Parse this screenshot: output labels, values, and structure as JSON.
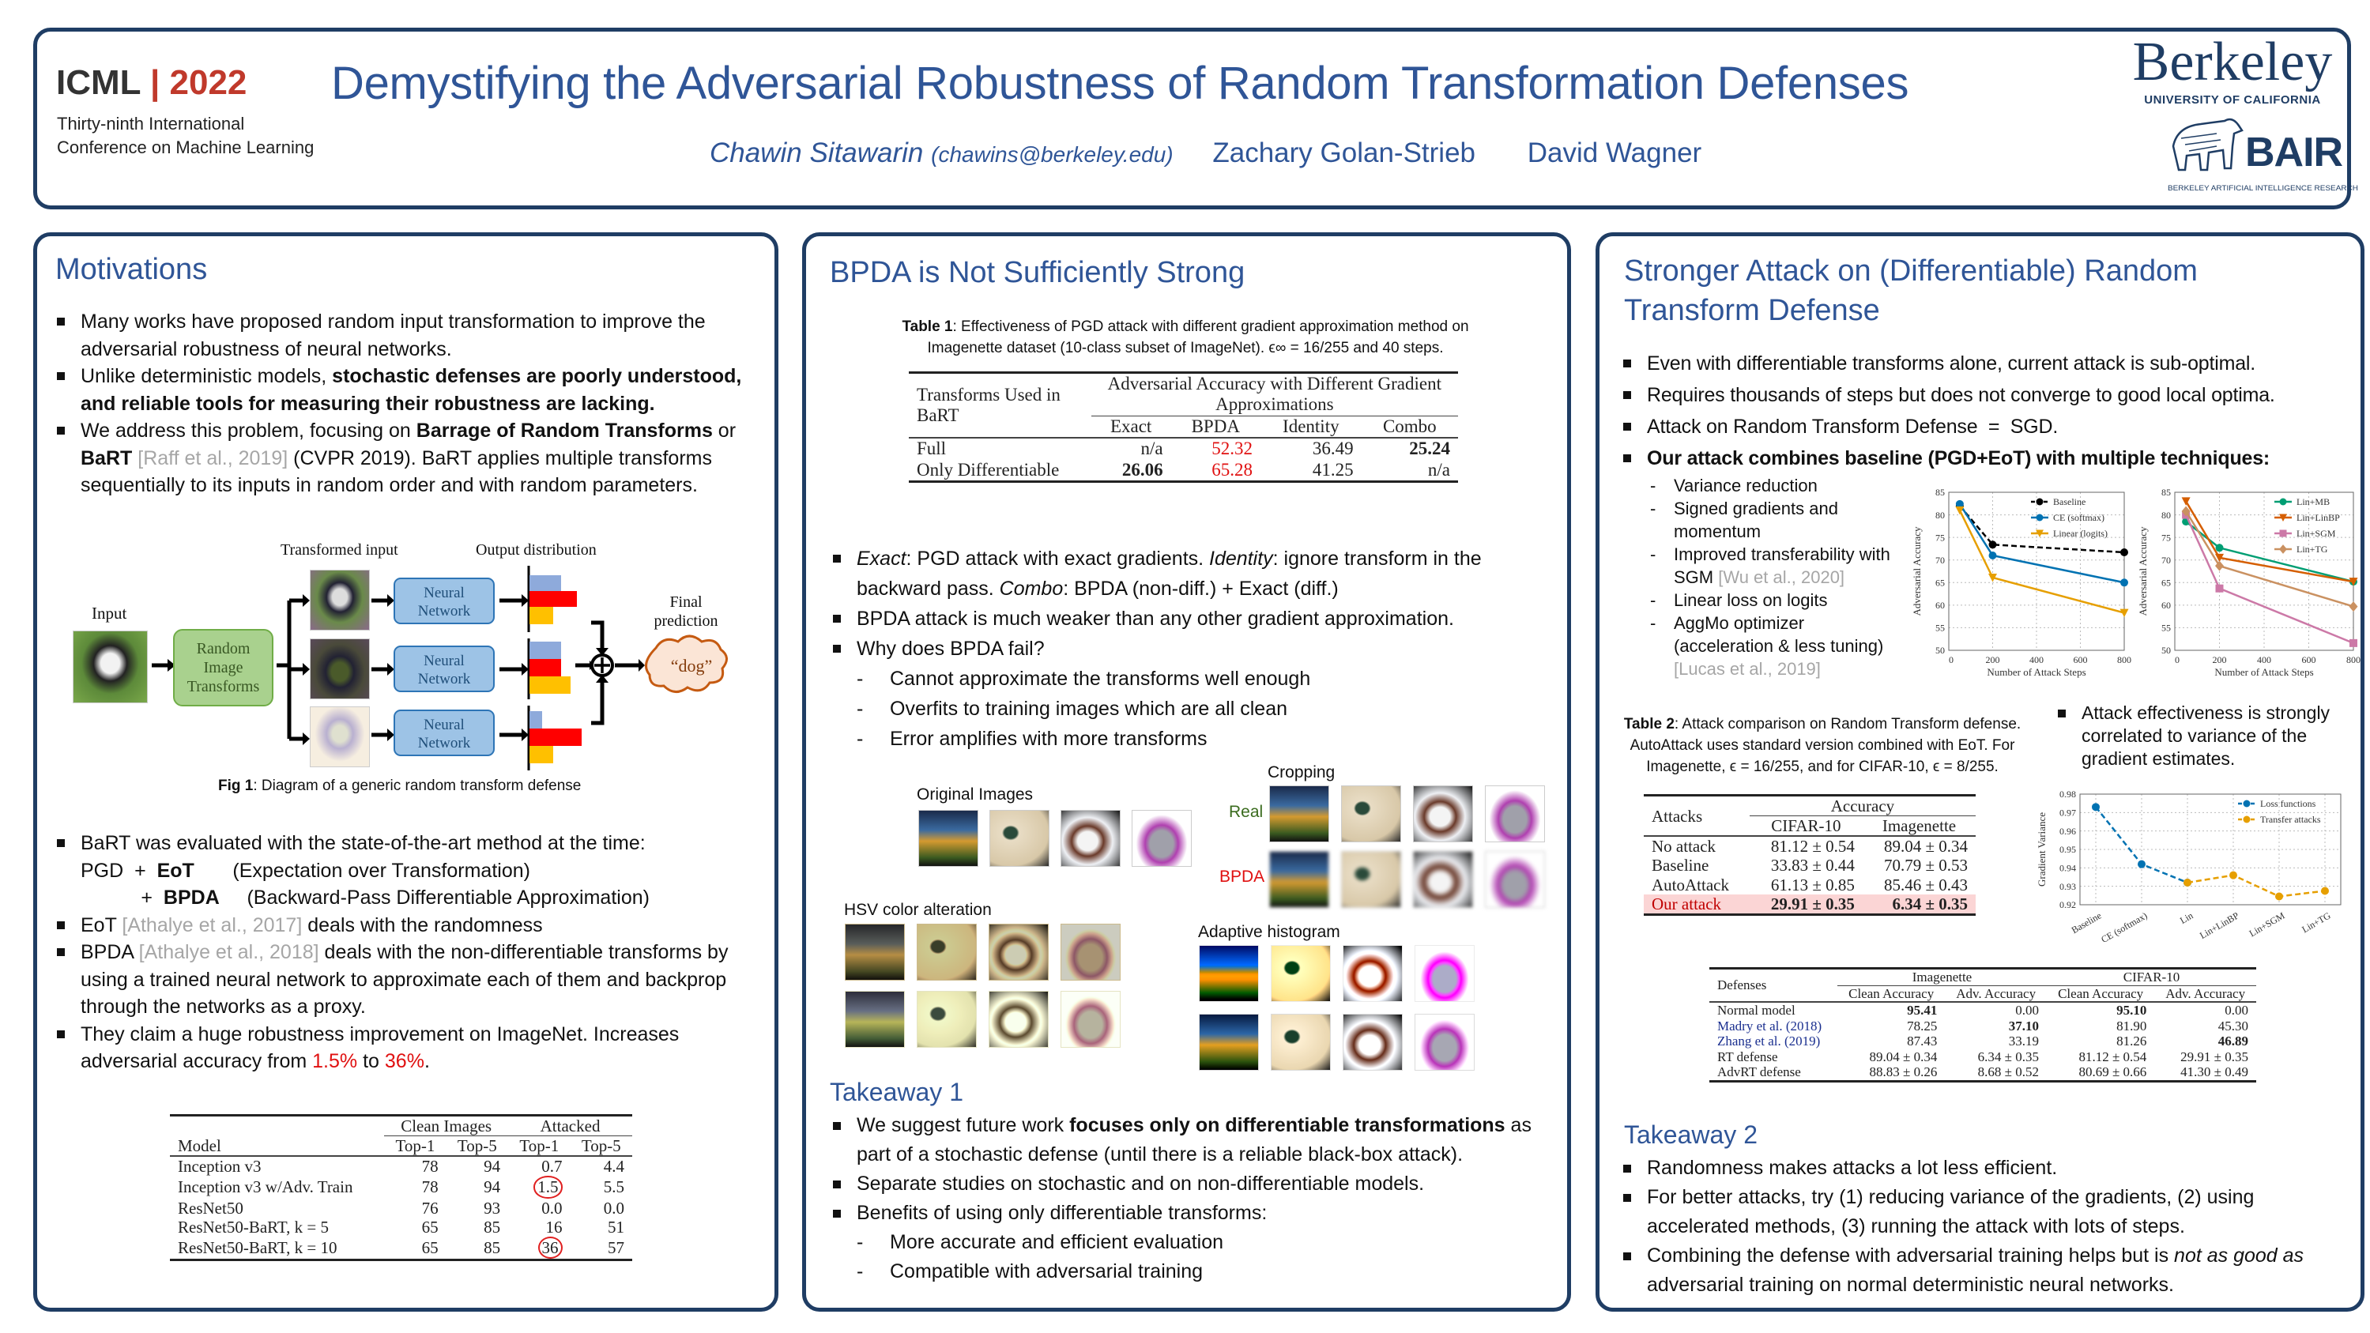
{
  "colors": {
    "accent": "#2f5597",
    "border": "#1f3d64",
    "red": "#e01010",
    "year": "#c0392b"
  },
  "header": {
    "conf": "ICML",
    "sep": "|",
    "year": "2022",
    "conf_sub1": "Thirty-ninth International",
    "conf_sub2": "Conference on Machine Learning",
    "title": "Demystifying the Adversarial Robustness of Random Transformation Defenses",
    "author1": "Chawin Sitawarin",
    "author1_email": "(chawins@berkeley.edu)",
    "author2": "Zachary Golan-Strieb",
    "author3": "David Wagner",
    "logo_berkeley": "Berkeley",
    "logo_uc": "UNIVERSITY OF CALIFORNIA",
    "logo_bair": "BAIR",
    "logo_bair_sub": "BERKELEY ARTIFICIAL INTELLIGENCE RESEARCH"
  },
  "col1": {
    "heading": "Motivations",
    "list1": [
      {
        "segs": [
          {
            "t": "Many works have proposed random input transformation to improve the adversarial robustness of neural networks."
          }
        ]
      },
      {
        "segs": [
          {
            "t": "Unlike deterministic models, "
          },
          {
            "t": "stochastic defenses are poorly understood, and reliable tools for measuring their robustness are lacking.",
            "s": "b"
          }
        ]
      },
      {
        "segs": [
          {
            "t": "We address this problem, focusing on "
          },
          {
            "t": "Barrage of Random Transforms",
            "s": "b"
          },
          {
            "t": " or "
          },
          {
            "t": "BaRT",
            "s": "b"
          },
          {
            "t": " [Raff et al., 2019]",
            "s": "g"
          },
          {
            "t": " (CVPR 2019). BaRT applies multiple transforms sequentially to its inputs in random order and with random parameters."
          }
        ]
      }
    ],
    "fig1": {
      "input": "Input",
      "transforms": [
        "Random",
        "Image",
        "Transforms"
      ],
      "transformed": "Transformed input",
      "output": "Output distribution",
      "nn": [
        "Neural",
        "Network"
      ],
      "final": [
        "Final",
        "prediction"
      ],
      "pred": "“dog”",
      "caption_bold": "Fig 1",
      "caption": ": Diagram of a generic random transform defense"
    },
    "list2": [
      {
        "segs": [
          {
            "t": "BaRT was evaluated with the state-of-the-art method at the time:"
          }
        ]
      },
      {
        "nb": true,
        "segs": [
          {
            "t": "PGD  +  "
          },
          {
            "t": "EoT",
            "s": "b"
          },
          {
            "t": "       (Expectation over Transformation)"
          }
        ]
      },
      {
        "nb": true,
        "segs": [
          {
            "t": "           +  "
          },
          {
            "t": "BPDA",
            "s": "b"
          },
          {
            "t": "     (Backward-Pass Differentiable Approximation)"
          }
        ]
      },
      {
        "segs": [
          {
            "t": "EoT "
          },
          {
            "t": "[Athalye et al., 2017]",
            "s": "g"
          },
          {
            "t": " deals with the randomness"
          }
        ]
      },
      {
        "segs": [
          {
            "t": "BPDA "
          },
          {
            "t": "[Athalye et al., 2018]",
            "s": "g"
          },
          {
            "t": " deals with the non-differentiable transforms by using a trained neural network to approximate each of them and backprop through the networks as a proxy."
          }
        ]
      },
      {
        "segs": [
          {
            "t": "They claim a huge robustness improvement on ImageNet. Increases adversarial accuracy from "
          },
          {
            "t": "1.5%",
            "s": "r"
          },
          {
            "t": " to "
          },
          {
            "t": "36%",
            "s": "r"
          },
          {
            "t": "."
          }
        ]
      }
    ],
    "table": {
      "groups": [
        {
          "t": "",
          "span": 1
        },
        {
          "t": "Clean Images",
          "span": 2
        },
        {
          "t": "Attacked",
          "span": 2
        }
      ],
      "cols": [
        "Model",
        "Top-1",
        "Top-5",
        "Top-1",
        "Top-5"
      ],
      "rows": [
        [
          "Inception v3",
          "78",
          "94",
          "0.7",
          "4.4"
        ],
        [
          "Inception v3 w/Adv. Train",
          "78",
          "94",
          {
            "t": "1.5",
            "circle": true
          },
          "5.5"
        ],
        [
          "ResNet50",
          "76",
          "93",
          "0.0",
          "0.0"
        ],
        [
          "ResNet50-BaRT, k = 5",
          "65",
          "85",
          "16",
          "51"
        ],
        [
          "ResNet50-BaRT, k = 10",
          "65",
          "85",
          {
            "t": "36",
            "circle": true
          },
          "57"
        ]
      ]
    }
  },
  "col2": {
    "heading": "BPDA is Not Sufficiently Strong",
    "table_caption_bold": "Table 1",
    "table_caption": ": Effectiveness of PGD attack with different gradient approximation method on Imagenette dataset (10-class subset of ImageNet). ϵ∞ = 16/255 and 40 steps.",
    "table": {
      "groups": [
        {
          "t": "Transforms Used in BaRT",
          "rowspan": 2
        },
        {
          "t": "Adversarial Accuracy with Different Gradient Approximations",
          "span": 4
        }
      ],
      "cols": [
        "Exact",
        "BPDA",
        "Identity",
        "Combo"
      ],
      "rows": [
        [
          "Full",
          "n/a",
          {
            "t": "52.32",
            "c": "red"
          },
          "36.49",
          {
            "t": "25.24",
            "b": true
          }
        ],
        [
          "Only Differentiable",
          {
            "t": "26.06",
            "b": true
          },
          {
            "t": "65.28",
            "c": "red"
          },
          "41.25",
          "n/a"
        ]
      ]
    },
    "list1": [
      {
        "segs": [
          {
            "t": "Exact",
            "s": "i"
          },
          {
            "t": ": PGD attack with exact gradients. "
          },
          {
            "t": "Identity",
            "s": "i"
          },
          {
            "t": ": ignore transform in the backward pass. "
          },
          {
            "t": "Combo",
            "s": "i"
          },
          {
            "t": ": BPDA (non-diff.) + Exact (diff.)"
          }
        ]
      },
      {
        "segs": [
          {
            "t": "BPDA attack is much weaker than any other gradient approximation."
          }
        ]
      },
      {
        "segs": [
          {
            "t": "Why does BPDA fail?"
          }
        ]
      },
      {
        "level": 1,
        "segs": [
          {
            "t": "Cannot approximate the transforms well enough"
          }
        ]
      },
      {
        "level": 1,
        "segs": [
          {
            "t": "Overfits to training images which are all clean"
          }
        ]
      },
      {
        "level": 1,
        "segs": [
          {
            "t": "Error amplifies with more transforms"
          }
        ]
      }
    ],
    "images": {
      "original": "Original Images",
      "cropping": "Cropping",
      "real": "Real",
      "bpda": "BPDA",
      "hsv": "HSV color alteration",
      "adaptive": "Adaptive histogram"
    },
    "takeaway": "Takeaway 1",
    "list2": [
      {
        "segs": [
          {
            "t": "We suggest future work "
          },
          {
            "t": "focuses only on differentiable transformations",
            "s": "b"
          },
          {
            "t": " as part of a stochastic defense (until there is a reliable black-box attack)."
          }
        ]
      },
      {
        "segs": [
          {
            "t": "Separate studies on stochastic and on non-differentiable models."
          }
        ]
      },
      {
        "segs": [
          {
            "t": "Benefits of using only differentiable transforms:"
          }
        ]
      },
      {
        "level": 1,
        "segs": [
          {
            "t": "More accurate and efficient evaluation"
          }
        ]
      },
      {
        "level": 1,
        "segs": [
          {
            "t": "Compatible with adversarial training"
          }
        ]
      }
    ]
  },
  "col3": {
    "heading": "Stronger Attack on (Differentiable) Random Transform Defense",
    "list1": [
      {
        "segs": [
          {
            "t": "Even with differentiable transforms alone, current attack is sub-optimal."
          }
        ]
      },
      {
        "segs": [
          {
            "t": "Requires thousands of steps but does not converge to good local optima."
          }
        ]
      },
      {
        "segs": [
          {
            "t": "Attack on Random Transform Defense  =  SGD."
          }
        ]
      },
      {
        "segs": [
          {
            "t": "Our attack combines baseline (PGD+EoT) with multiple techniques:",
            "s": "b"
          }
        ]
      }
    ],
    "techniques": [
      {
        "level": 1,
        "segs": [
          {
            "t": "Variance reduction"
          }
        ]
      },
      {
        "level": 1,
        "segs": [
          {
            "t": "Signed gradients and momentum"
          }
        ]
      },
      {
        "level": 1,
        "segs": [
          {
            "t": "Improved transferability with SGM "
          },
          {
            "t": "[Wu et al., 2020]",
            "s": "g"
          }
        ]
      },
      {
        "level": 1,
        "segs": [
          {
            "t": "Linear loss on logits"
          }
        ]
      },
      {
        "level": 1,
        "segs": [
          {
            "t": "AggMo optimizer (acceleration & less tuning) "
          },
          {
            "t": "[Lucas et al., 2019]",
            "s": "g"
          }
        ]
      }
    ],
    "table2_caption_bold": "Table 2",
    "table2_caption": ": Attack comparison on Random Transform defense. AutoAttack uses standard version combined with EoT. For Imagenette, ϵ = 16/255, and for CIFAR-10, ϵ = 8/255.",
    "table2": {
      "groups": [
        {
          "t": "Attacks",
          "rowspan": 2
        },
        {
          "t": "Accuracy",
          "span": 2
        }
      ],
      "cols": [
        "CIFAR-10",
        "Imagenette"
      ],
      "highlight_row": 3,
      "rows": [
        [
          "No attack",
          "81.12 ± 0.54",
          "89.04 ± 0.34"
        ],
        [
          "Baseline",
          "33.83 ± 0.44",
          "70.79 ± 0.53"
        ],
        [
          "AutoAttack",
          "61.13 ± 0.85",
          "85.46 ± 0.43"
        ],
        [
          "Our attack",
          {
            "t": "29.91 ± 0.35",
            "b": true
          },
          {
            "t": "6.34 ± 0.35",
            "b": true
          }
        ]
      ]
    },
    "list_var": [
      {
        "segs": [
          {
            "t": "Attack effectiveness is strongly correlated to variance of the gradient estimates."
          }
        ]
      }
    ],
    "table3": {
      "groups": [
        {
          "t": "Defenses",
          "rowspan": 2
        },
        {
          "t": "Imagenette",
          "span": 2
        },
        {
          "t": "CIFAR-10",
          "span": 2
        }
      ],
      "cols": [
        "Clean Accuracy",
        "Adv. Accuracy",
        "Clean Accuracy",
        "Adv. Accuracy"
      ],
      "rows": [
        [
          "Normal model",
          {
            "t": "95.41",
            "b": true
          },
          "0.00",
          {
            "t": "95.10",
            "b": true
          },
          "0.00"
        ],
        [
          {
            "t": "Madry et al. (2018)",
            "c": "blue"
          },
          "78.25",
          {
            "t": "37.10",
            "b": true
          },
          "81.90",
          "45.30"
        ],
        [
          {
            "t": "Zhang et al. (2019)",
            "c": "blue"
          },
          "87.43",
          "33.19",
          "81.26",
          {
            "t": "46.89",
            "b": true
          }
        ],
        [
          "RT defense",
          "89.04 ± 0.34",
          "6.34 ± 0.35",
          "81.12 ± 0.54",
          "29.91 ± 0.35"
        ],
        [
          "AdvRT defense",
          "88.83 ± 0.26",
          "8.68 ± 0.52",
          "80.69 ± 0.66",
          "41.30 ± 0.49"
        ]
      ]
    },
    "takeaway": "Takeaway 2",
    "list2": [
      {
        "segs": [
          {
            "t": "Randomness makes attacks a lot less efficient."
          }
        ]
      },
      {
        "segs": [
          {
            "t": "For better attacks, try (1) reducing variance of the gradients, (2) using accelerated methods, (3) running the attack with lots of steps."
          }
        ]
      },
      {
        "segs": [
          {
            "t": "Combining the defense with adversarial training helps but is "
          },
          {
            "t": "not as good as",
            "s": "i"
          },
          {
            "t": " adversarial training on normal deterministic neural networks."
          }
        ]
      }
    ]
  },
  "chart_data": [
    {
      "type": "line",
      "xlabel": "Number of Attack Steps",
      "ylabel": "Adversarial Accuracy",
      "xlim": [
        0,
        800
      ],
      "ylim": [
        50,
        85
      ],
      "xticks": [
        0,
        200,
        400,
        600,
        800
      ],
      "yticks": [
        50,
        55,
        60,
        65,
        70,
        75,
        80,
        85
      ],
      "grid": true,
      "legend": "top-right",
      "x": [
        50,
        200,
        800
      ],
      "series": [
        {
          "name": "Baseline",
          "values": [
            82,
            73.4,
            71.7
          ],
          "color": "#000000",
          "marker": "circle",
          "dash": true
        },
        {
          "name": "CE (softmax)",
          "values": [
            82.4,
            71,
            65
          ],
          "color": "#0072b2",
          "marker": "circle"
        },
        {
          "name": "Linear (logits)",
          "values": [
            81,
            66.1,
            58.3
          ],
          "color": "#e69f00",
          "marker": "tri"
        }
      ]
    },
    {
      "type": "line",
      "xlabel": "Number of Attack Steps",
      "ylabel": "Adversarial Accuracy",
      "xlim": [
        0,
        800
      ],
      "ylim": [
        50,
        85
      ],
      "xticks": [
        0,
        200,
        400,
        600,
        800
      ],
      "yticks": [
        50,
        55,
        60,
        65,
        70,
        75,
        80,
        85
      ],
      "grid": true,
      "legend": "top-right",
      "x": [
        50,
        200,
        800
      ],
      "series": [
        {
          "name": "Lin+MB",
          "values": [
            78.5,
            72.7,
            65.2
          ],
          "color": "#009e73",
          "marker": "circle"
        },
        {
          "name": "Lin+LinBP",
          "values": [
            83,
            70.5,
            65.2
          ],
          "color": "#d55e00",
          "marker": "tri"
        },
        {
          "name": "Lin+SGM",
          "values": [
            80,
            63.7,
            51.6
          ],
          "color": "#cc79a7",
          "marker": "square"
        },
        {
          "name": "Lin+TG",
          "values": [
            80.8,
            68.7,
            59.7
          ],
          "color": "#ca9161",
          "marker": "diamond"
        }
      ]
    },
    {
      "type": "line",
      "xlabel": "",
      "ylabel": "Gradient Variance",
      "ylim": [
        0.92,
        0.98
      ],
      "yticks": [
        0.92,
        0.93,
        0.94,
        0.95,
        0.96,
        0.97,
        0.98
      ],
      "grid": true,
      "legend": "top-right",
      "categories": [
        "Baseline",
        "CE (softmax)",
        "Lin",
        "Lin+LinBP",
        "Lin+SGM",
        "Lin+TG"
      ],
      "series": [
        {
          "name": "Loss functions",
          "idx": [
            0,
            1,
            2
          ],
          "values": [
            0.973,
            0.942,
            0.932
          ],
          "color": "#0072b2",
          "marker": "circle",
          "dash": true
        },
        {
          "name": "Transfer attacks",
          "idx": [
            2,
            3,
            4,
            5
          ],
          "values": [
            0.932,
            0.936,
            0.9245,
            0.9275
          ],
          "color": "#e69f00",
          "marker": "circle",
          "dash": true
        }
      ]
    }
  ]
}
